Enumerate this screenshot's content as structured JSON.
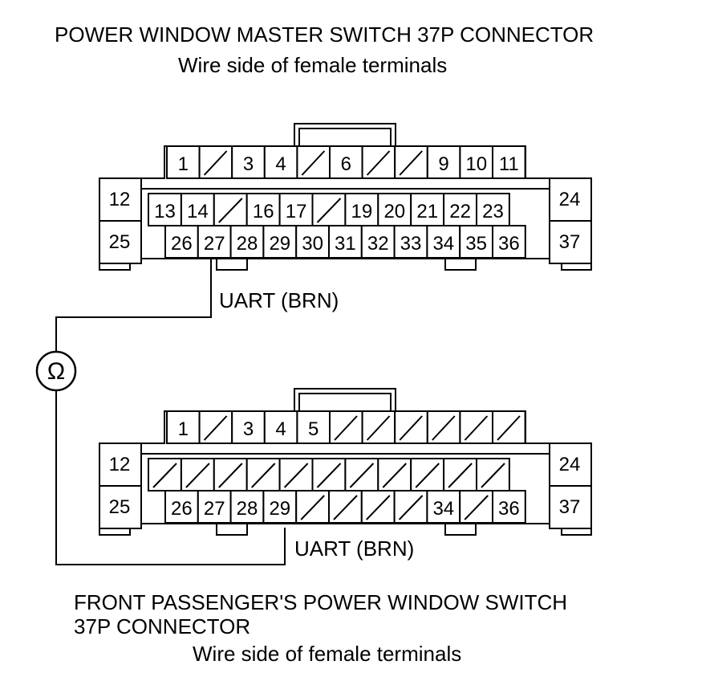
{
  "top_connector": {
    "title": "POWER WINDOW MASTER SWITCH 37P CONNECTOR",
    "subtitle": "Wire side of female terminals",
    "row1": [
      "1",
      "",
      "3",
      "4",
      "",
      "6",
      "",
      "",
      "9",
      "10",
      "11"
    ],
    "side_top_left": "12",
    "side_bottom_left": "25",
    "side_top_right": "24",
    "side_bottom_right": "37",
    "row2": [
      "13",
      "14",
      "",
      "16",
      "17",
      "",
      "19",
      "20",
      "21",
      "22",
      "23"
    ],
    "row3": [
      "26",
      "27",
      "28",
      "29",
      "30",
      "31",
      "32",
      "33",
      "34",
      "35",
      "36"
    ],
    "wire_label": "UART (BRN)"
  },
  "bottom_connector": {
    "title_line1": "FRONT PASSENGER'S POWER WINDOW SWITCH",
    "title_line2": "37P CONNECTOR",
    "subtitle": "Wire side of female terminals",
    "row1": [
      "1",
      "",
      "3",
      "4",
      "5",
      "",
      "",
      "",
      "",
      "",
      ""
    ],
    "side_top_left": "12",
    "side_bottom_left": "25",
    "side_top_right": "24",
    "side_bottom_right": "37",
    "row2": [
      "",
      "",
      "",
      "",
      "",
      "",
      "",
      "",
      "",
      "",
      ""
    ],
    "row3": [
      "26",
      "27",
      "28",
      "29",
      "",
      "",
      "",
      "",
      "34",
      "",
      "36"
    ],
    "wire_label": "UART (BRN)"
  },
  "meter": {
    "symbol": "Ω"
  }
}
